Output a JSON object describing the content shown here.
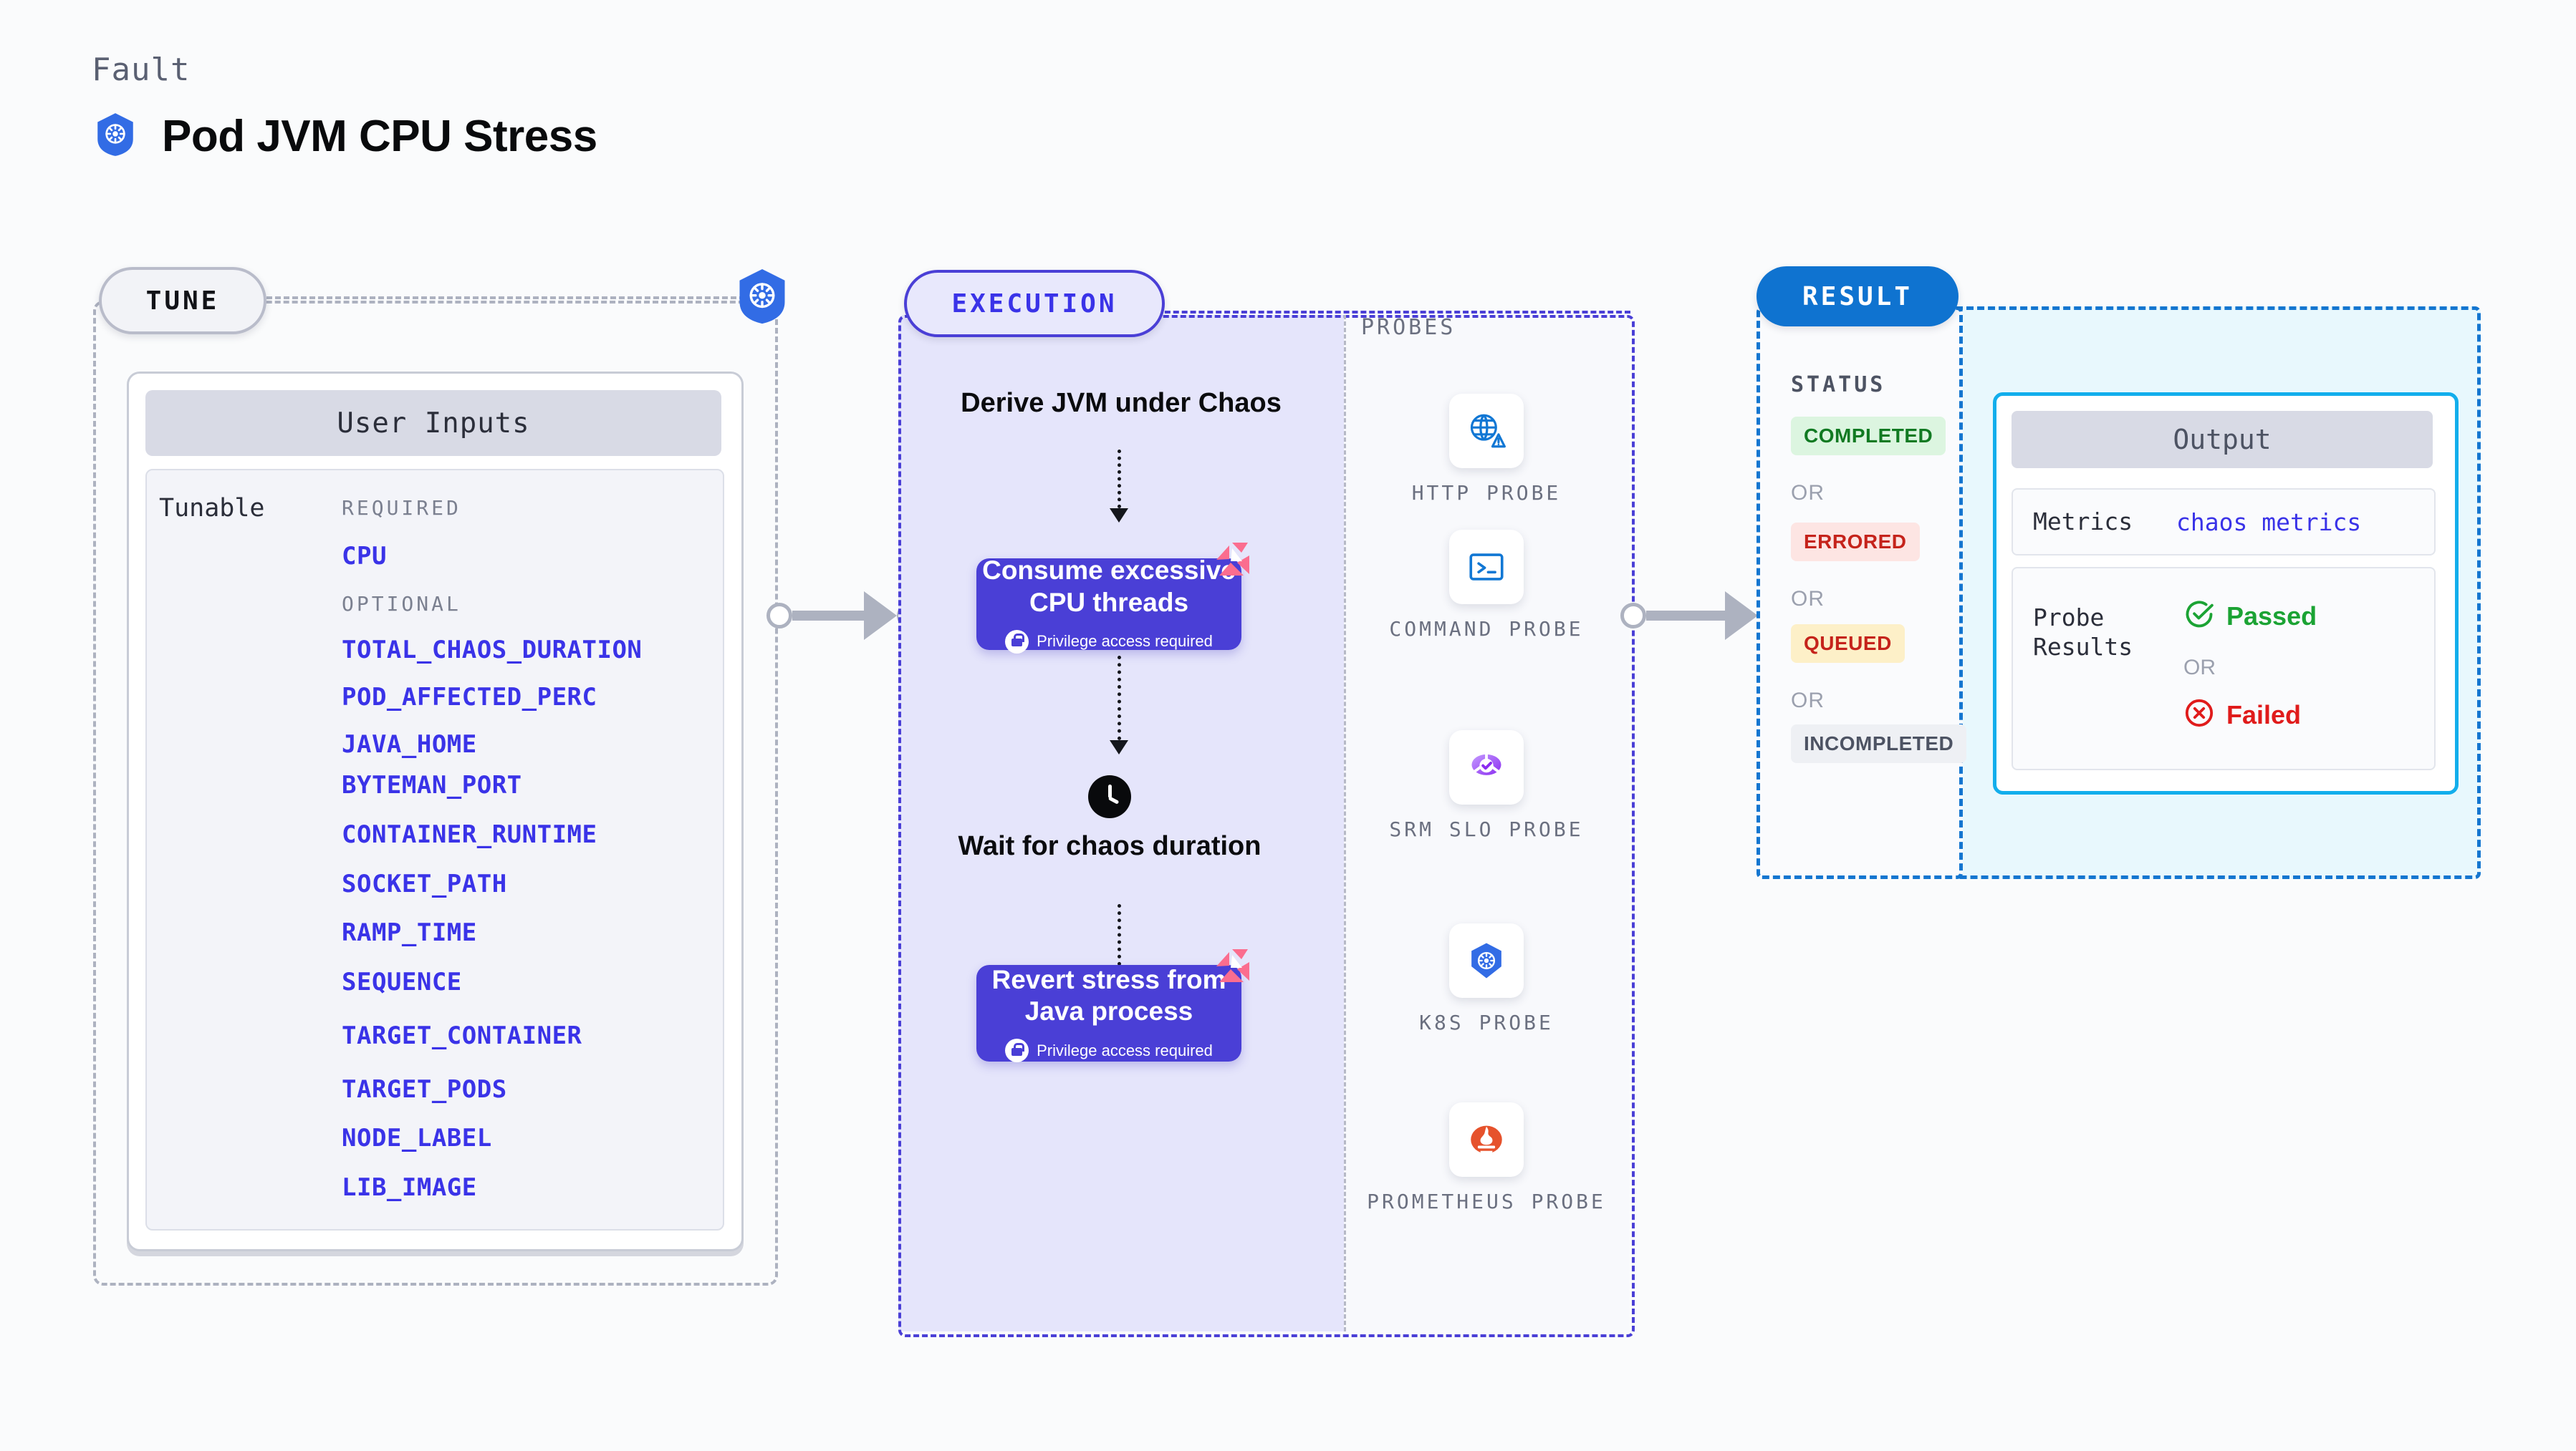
{
  "header": {
    "kicker": "Fault",
    "title": "Pod JVM CPU Stress",
    "icon": "kubernetes-icon"
  },
  "tune": {
    "pill_label": "TUNE",
    "edge_icon": "kubernetes-icon",
    "card_title": "User Inputs",
    "row_label": "Tunable",
    "required_label": "REQUIRED",
    "optional_label": "OPTIONAL",
    "required_params": [
      "CPU"
    ],
    "optional_params": [
      "TOTAL_CHAOS_DURATION",
      "POD_AFFECTED_PERC",
      "JAVA_HOME",
      "BYTEMAN_PORT",
      "CONTAINER_RUNTIME",
      "SOCKET_PATH",
      "RAMP_TIME",
      "SEQUENCE",
      "TARGET_CONTAINER",
      "TARGET_PODS",
      "NODE_LABEL",
      "LIB_IMAGE"
    ]
  },
  "execution": {
    "pill_label": "EXECUTION",
    "steps": [
      {
        "type": "text",
        "label": "Derive JVM under Chaos"
      },
      {
        "type": "card",
        "label": "Consume excessive CPU threads",
        "privilege": "Privilege access required",
        "badge": "litmus-icon"
      },
      {
        "type": "clock",
        "label": "Wait for chaos duration",
        "icon": "clock-icon"
      },
      {
        "type": "card",
        "label": "Revert stress from Java process",
        "privilege": "Privilege access required",
        "badge": "litmus-icon"
      }
    ],
    "probes": {
      "title": "PROBES",
      "items": [
        {
          "label": "HTTP PROBE",
          "icon": "globe-warning-icon"
        },
        {
          "label": "COMMAND PROBE",
          "icon": "terminal-icon"
        },
        {
          "label": "SRM SLO PROBE",
          "icon": "srm-slo-icon"
        },
        {
          "label": "K8S PROBE",
          "icon": "kubernetes-icon"
        },
        {
          "label": "PROMETHEUS PROBE",
          "icon": "prometheus-icon"
        }
      ]
    }
  },
  "result": {
    "pill_label": "RESULT",
    "status_title": "STATUS",
    "or_label": "OR",
    "statuses": [
      {
        "label": "COMPLETED",
        "bg": "#dcf5e0",
        "fg": "#117a22"
      },
      {
        "label": "ERRORED",
        "bg": "#fde5e3",
        "fg": "#c5231b"
      },
      {
        "label": "QUEUED",
        "bg": "#fdf0c8",
        "fg": "#c5231b"
      },
      {
        "label": "INCOMPLETED",
        "bg": "#eef0f4",
        "fg": "#4d5363"
      }
    ],
    "output": {
      "title": "Output",
      "metrics_label": "Metrics",
      "metrics_value": "chaos metrics",
      "probe_label": "Probe Results",
      "passed_label": "Passed",
      "failed_label": "Failed",
      "or_label": "OR",
      "passed_icon": "check-circle-icon",
      "failed_icon": "x-circle-icon"
    }
  },
  "colors": {
    "accent_purple": "#4a3fd6",
    "accent_blue": "#0f73d0",
    "accent_cyan": "#12aeec",
    "param_blue": "#3a33e8",
    "k8s_blue": "#326ce5",
    "litmus_pink": "#fb6d8f",
    "prometheus_orange": "#e6522c",
    "pass_green": "#1ba334",
    "fail_red": "#e01b1b"
  }
}
